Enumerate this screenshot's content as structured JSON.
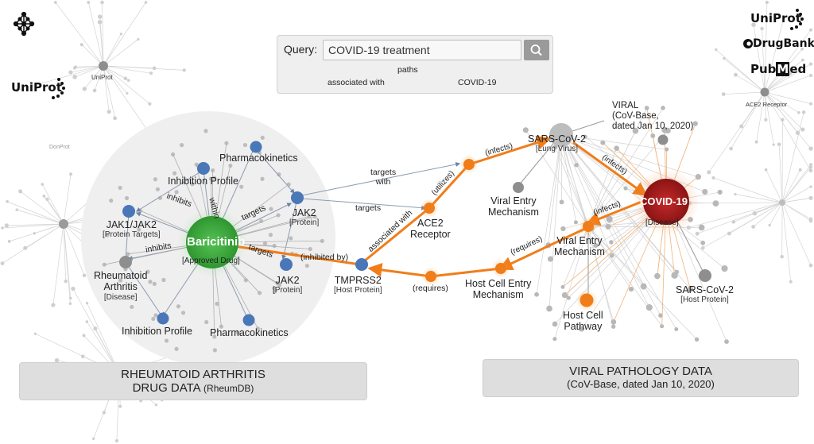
{
  "query": {
    "label": "Query:",
    "value": "COVID-19 treatment",
    "legend": {
      "paths": "paths",
      "associated": "associated with",
      "target": "COVID-19"
    }
  },
  "logos": {
    "uniprot_top_left": "UniProt",
    "uniprot_small": "UniProt",
    "donprot": "DonProt",
    "uniprot_top_right": "UniProt",
    "drugbank": "DrugBank",
    "pubmed_pre": "Pub",
    "pubmed_m": "M",
    "pubmed_post": "ed",
    "ace2_receptor_label": "ACE2 Receptor"
  },
  "left_nodes": {
    "baricitinib": "Baricitinib",
    "baricitinib_type": "[Approved Drug]",
    "inhibition_profile_top": "Inhibition Profile",
    "pharmacokinetics_top": "Pharmacokinetics",
    "jak1_jak2": "JAK1/JAK2",
    "jak1_jak2_type": "[Protein Targets]",
    "rheumatoid_arthritis": "Rheumatoid\nArthritis",
    "rheumatoid_arthritis_type": "[Disease]",
    "jak2_upper": "JAK2",
    "jak2_upper_type": "[Protein]",
    "jak2_lower": "JAK2",
    "jak2_lower_type": "[Protein]",
    "inhibition_profile_bottom": "Inhibition Profile",
    "pharmacokinetics_bottom": "Pharmacokinetics"
  },
  "center_nodes": {
    "tmprss2": "TMPRSS2",
    "tmprss2_type": "[Host Protein]",
    "ace2": "ACE2\nReceptor"
  },
  "right_nodes": {
    "sars_cov2": "SARS-CoV-2",
    "sars_cov2_type": "[Lung Virus]",
    "viral_source": "VIRAL\n(CoV-Base,\ndated Jan 10, 2020)",
    "covid19": "COVID-19",
    "covid19_type": "[Disease]",
    "viral_entry_grey": "Viral Entry\nMechanism",
    "viral_entry_orange": "Viral Entry\nMechanism",
    "host_cell_entry": "Host Cell Entry\nMechanism",
    "host_cell_pathway": "Host Cell\nPathway",
    "sars_cov2_host": "SARS-CoV-2",
    "sars_cov2_host_type": "[Host Protein]"
  },
  "edges": {
    "inhibits_1": "inhibits",
    "inhibits_2": "inhibits",
    "within": "within",
    "targets_1": "targets",
    "targets_2": "targets",
    "targets_with": "targets\nwith",
    "targets_3": "targets",
    "inhibited_by": "(inhibited by)",
    "associated_with": "associated with",
    "utilizes": "(utilizes)",
    "infects_1": "(infects)",
    "infects_2": "(infects)",
    "infects_3": "(infects)",
    "requires_1": "(requires)",
    "requires_2": "(requires)"
  },
  "panels": {
    "left_title_1": "RHEUMATOID ARTHRITIS",
    "left_title_2": "DRUG DATA",
    "left_title_src": "(RheumDB)",
    "right_title_1": "VIRAL PATHOLOGY DATA",
    "right_title_2": "(CoV-Base, dated Jan 10, 2020)"
  },
  "colors": {
    "path_orange": "#f07d1a",
    "drug_green": "#3cae3c",
    "disease_red": "#b01e1e",
    "protein_blue": "#4a77b8",
    "grey_node": "#8c8c8c"
  }
}
